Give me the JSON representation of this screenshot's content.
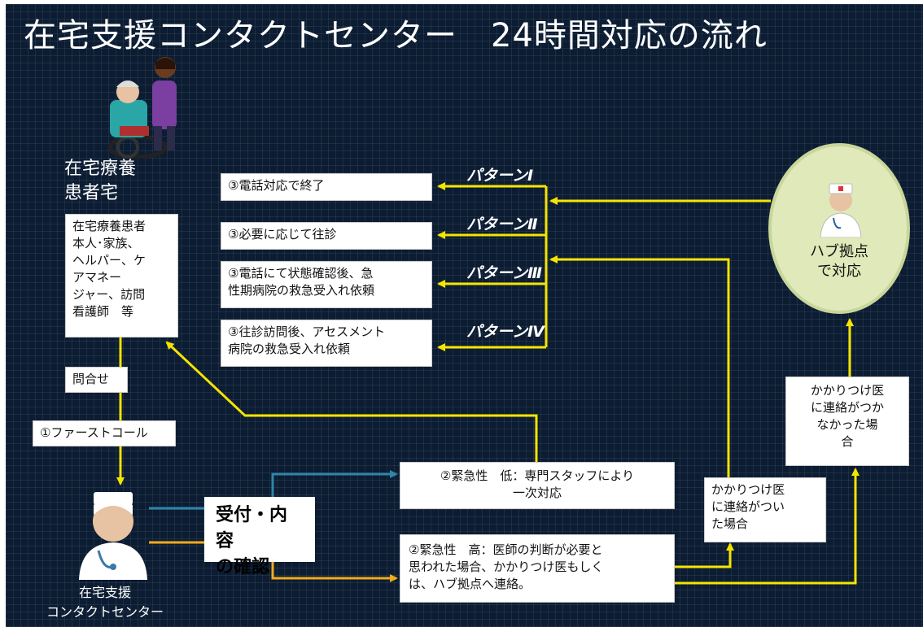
{
  "title": "在宅支援コンタクトセンター　24時間対応の流れ",
  "home": {
    "label": "在宅療養\n患者宅",
    "contacts": "在宅療養患者\n本人･家族、\nヘルパー、ケ\nアマネー\nジャー、訪問\n看護師　等"
  },
  "flow": {
    "inquiry": "問合せ",
    "first_call": "①ファーストコール",
    "confirm": "受付・内容\nの確認"
  },
  "center_label": "在宅支援\nコンタクトセンター",
  "urgency": {
    "low": "②緊急性　低：専門スタッフにより\n一次対応",
    "high": "②緊急性　高：医師の判断が必要と\n思われた場合、かかりつけ医もしく\nは、ハブ拠点へ連絡。"
  },
  "doctor": {
    "reached": "かかりつけ医\nに連絡がつい\nた場合",
    "not_reached": "かかりつけ医\nに連絡がつか\nなかった場\n合"
  },
  "hub_label": "ハブ拠点\nで対応",
  "patterns": [
    {
      "name": "パターンⅠ",
      "result": "③電話対応で終了"
    },
    {
      "name": "パターンⅡ",
      "result": "③必要に応じて往診"
    },
    {
      "name": "パターンⅢ",
      "result": "③電話にて状態確認後、急\n性期病院の救急受入れ依頼"
    },
    {
      "name": "パターンⅣ",
      "result": "③往診訪問後、アセスメント\n病院の救急受入れ依頼"
    }
  ],
  "colors": {
    "background": "#0c1d33",
    "arrow_yellow": "#f5e400",
    "line_blue": "#2e86a8",
    "line_orange": "#f2ab1b",
    "hub_fill": "#dfe9b9"
  }
}
